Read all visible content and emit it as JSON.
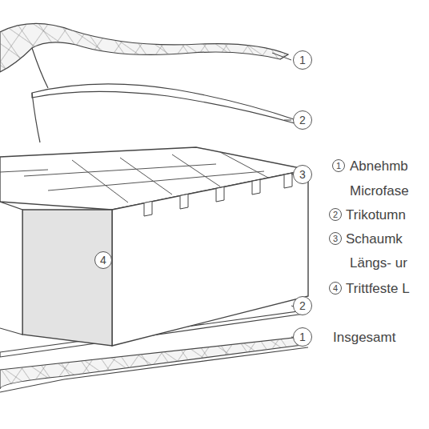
{
  "diagram": {
    "nodes": [
      {
        "text": [
          "1"
        ]
      },
      {
        "text": [
          "2"
        ]
      },
      {
        "text": [
          "3"
        ]
      },
      {
        "text": [
          "4"
        ]
      },
      {
        "text": [
          "2"
        ]
      },
      {
        "text": [
          "1"
        ]
      },
      {
        "text": [
          "1"
        ]
      },
      {
        "text": [
          "2"
        ]
      },
      {
        "text": [
          "3"
        ]
      },
      {
        "text": [
          "4"
        ]
      }
    ],
    "labels": [
      "Abnehmb",
      "Microfase",
      "Trikotumn",
      "Schaumk",
      "Längs- ur",
      "Trittfeste L",
      "Insgesamt"
    ]
  }
}
